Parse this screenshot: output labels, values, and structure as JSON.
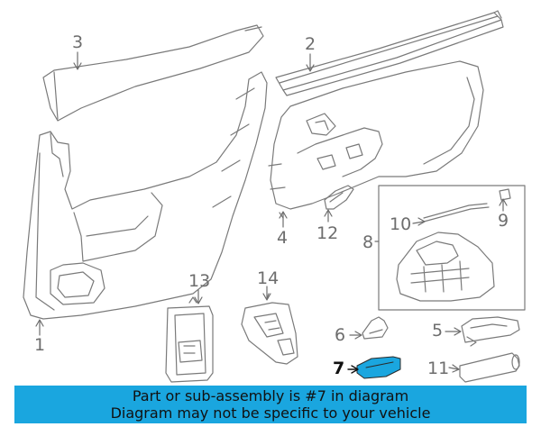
{
  "colors": {
    "line": "#7a7a7a",
    "text": "#6d6d6d",
    "highlight_part": "#1aa6df",
    "banner_bg": "#1aa6df",
    "banner_text": "#111111"
  },
  "callouts": [
    {
      "id": "1",
      "label": "1"
    },
    {
      "id": "2",
      "label": "2"
    },
    {
      "id": "3",
      "label": "3"
    },
    {
      "id": "4",
      "label": "4"
    },
    {
      "id": "5",
      "label": "5"
    },
    {
      "id": "6",
      "label": "6"
    },
    {
      "id": "7",
      "label": "7",
      "highlighted": true
    },
    {
      "id": "8",
      "label": "8"
    },
    {
      "id": "9",
      "label": "9"
    },
    {
      "id": "10",
      "label": "10"
    },
    {
      "id": "11",
      "label": "11"
    },
    {
      "id": "12",
      "label": "12"
    },
    {
      "id": "13",
      "label": "13"
    },
    {
      "id": "14",
      "label": "14"
    }
  ],
  "banner": {
    "line1": "Part or sub-assembly is #7 in diagram",
    "line2": "Diagram may not be specific to your vehicle"
  }
}
